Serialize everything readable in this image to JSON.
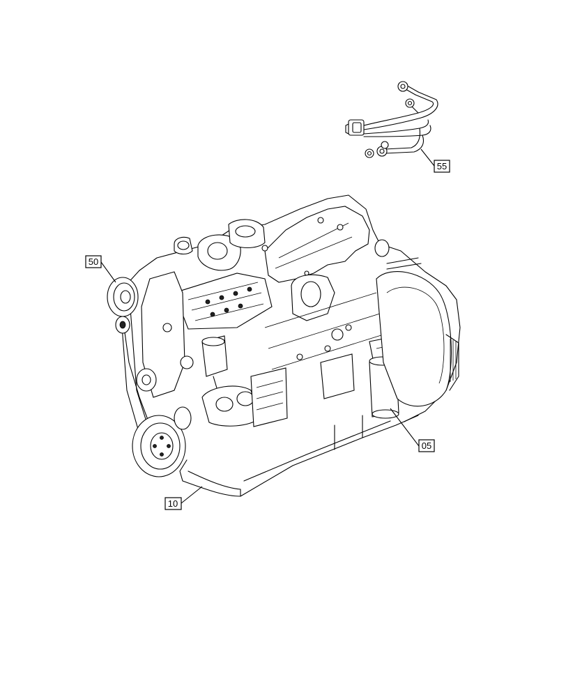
{
  "callouts": {
    "harness": {
      "label": "55"
    },
    "pulley": {
      "label": "50"
    },
    "filter": {
      "label": "05"
    },
    "engine": {
      "label": "10"
    }
  }
}
